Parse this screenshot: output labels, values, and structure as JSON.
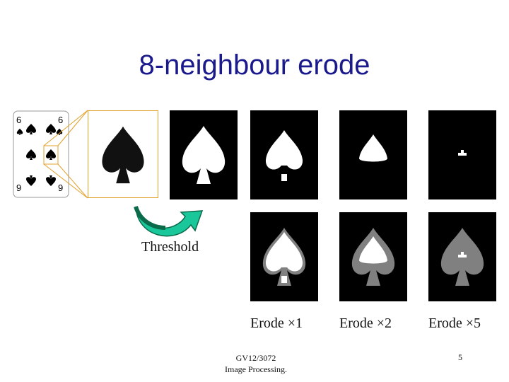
{
  "slide": {
    "title": "8-neighbour erode",
    "threshold_label": "Threshold",
    "captions": [
      "Erode ×1",
      "Erode ×2",
      "Erode ×5"
    ],
    "footer_line1": "GV12/3072",
    "footer_line2": "Image Processing.",
    "page_number": "5"
  },
  "card": {
    "rank_top": "6",
    "rank_bottom": "9"
  },
  "colors": {
    "title": "#1a1a8c",
    "zoom_border": "#e0a028",
    "arrow_dark": "#0a6a4a",
    "arrow_light": "#19c79a",
    "eroded_gray": "#808080"
  }
}
